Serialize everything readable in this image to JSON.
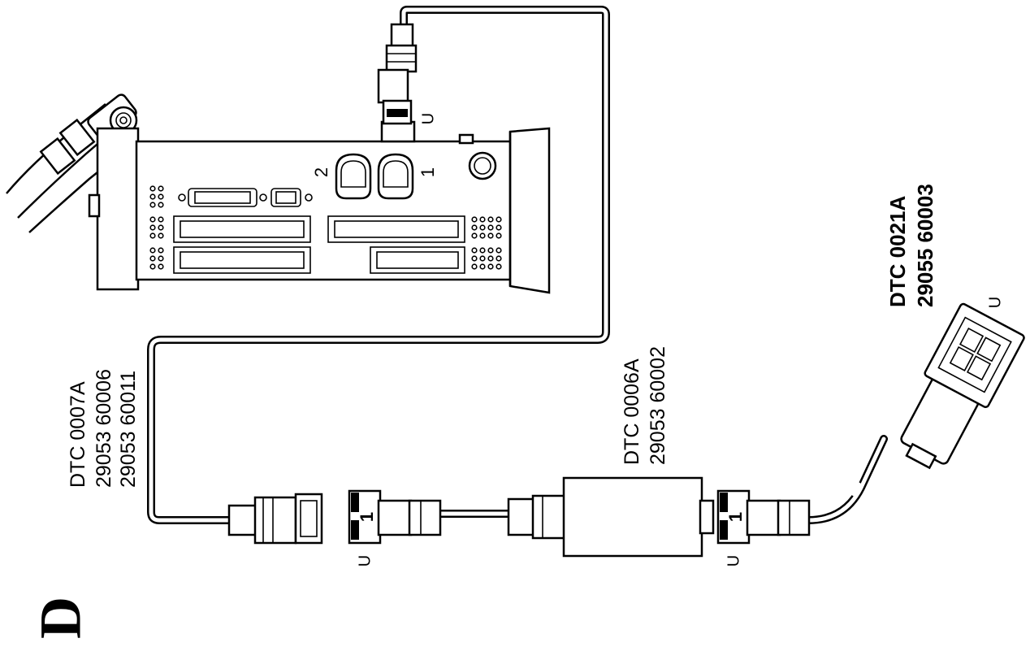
{
  "diagram_letter": "D",
  "instrument": {
    "port_1": "1",
    "port_2": "2"
  },
  "cable_a": {
    "code": "DTC 0007A",
    "part_1": "29053 60006",
    "part_2": "29053 60011"
  },
  "adapter": {
    "code": "DTC 0006A",
    "part": "29053 60002"
  },
  "cable_b": {
    "code": "DTC 0021A",
    "part": "29055 60003"
  },
  "connector_marks": {
    "u": "U",
    "one": "1"
  }
}
